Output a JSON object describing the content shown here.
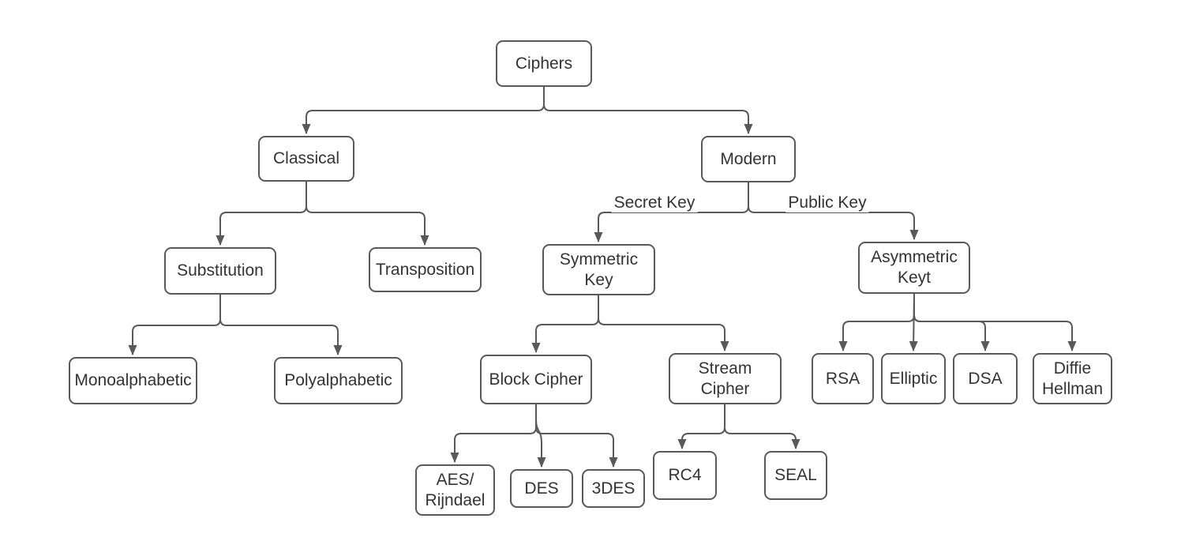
{
  "theme": {
    "background": "#ffffff",
    "node_fill": "#ffffff",
    "stroke": "#595959",
    "text": "#333333"
  },
  "diagram_type": "tree",
  "nodes": {
    "ciphers": {
      "label": "Ciphers"
    },
    "classical": {
      "label": "Classical"
    },
    "modern": {
      "label": "Modern"
    },
    "substitution": {
      "label": "Substitution"
    },
    "transposition": {
      "label": "Transposition"
    },
    "symmetric_key": {
      "label": "Symmetric\nKey"
    },
    "asymmetric_keyt": {
      "label": "Asymmetric\nKeyt"
    },
    "monoalphabetic": {
      "label": "Monoalphabetic"
    },
    "polyalphabetic": {
      "label": "Polyalphabetic"
    },
    "block_cipher": {
      "label": "Block Cipher"
    },
    "stream_cipher": {
      "label": "Stream\nCipher"
    },
    "rsa": {
      "label": "RSA"
    },
    "elliptic": {
      "label": "Elliptic"
    },
    "dsa": {
      "label": "DSA"
    },
    "diffie_hellman": {
      "label": "Diffie\nHellman"
    },
    "aes_rijndael": {
      "label": "AES/\nRijndael"
    },
    "des": {
      "label": "DES"
    },
    "tdes": {
      "label": "3DES"
    },
    "rc4": {
      "label": "RC4"
    },
    "seal": {
      "label": "SEAL"
    }
  },
  "edge_labels": {
    "secret_key": "Secret Key",
    "public_key": "Public Key"
  },
  "edges": [
    {
      "from": "Ciphers",
      "to": "Classical"
    },
    {
      "from": "Ciphers",
      "to": "Modern"
    },
    {
      "from": "Classical",
      "to": "Substitution"
    },
    {
      "from": "Classical",
      "to": "Transposition"
    },
    {
      "from": "Modern",
      "to": "Symmetric Key",
      "label": "Secret Key"
    },
    {
      "from": "Modern",
      "to": "Asymmetric Keyt",
      "label": "Public Key"
    },
    {
      "from": "Substitution",
      "to": "Monoalphabetic"
    },
    {
      "from": "Substitution",
      "to": "Polyalphabetic"
    },
    {
      "from": "Symmetric Key",
      "to": "Block Cipher"
    },
    {
      "from": "Symmetric Key",
      "to": "Stream Cipher"
    },
    {
      "from": "Block Cipher",
      "to": "AES/Rijndael"
    },
    {
      "from": "Block Cipher",
      "to": "DES"
    },
    {
      "from": "Block Cipher",
      "to": "3DES"
    },
    {
      "from": "Stream Cipher",
      "to": "RC4"
    },
    {
      "from": "Stream Cipher",
      "to": "SEAL"
    },
    {
      "from": "Asymmetric Keyt",
      "to": "RSA"
    },
    {
      "from": "Asymmetric Keyt",
      "to": "Elliptic"
    },
    {
      "from": "Asymmetric Keyt",
      "to": "DSA"
    },
    {
      "from": "Asymmetric Keyt",
      "to": "Diffie Hellman"
    }
  ]
}
